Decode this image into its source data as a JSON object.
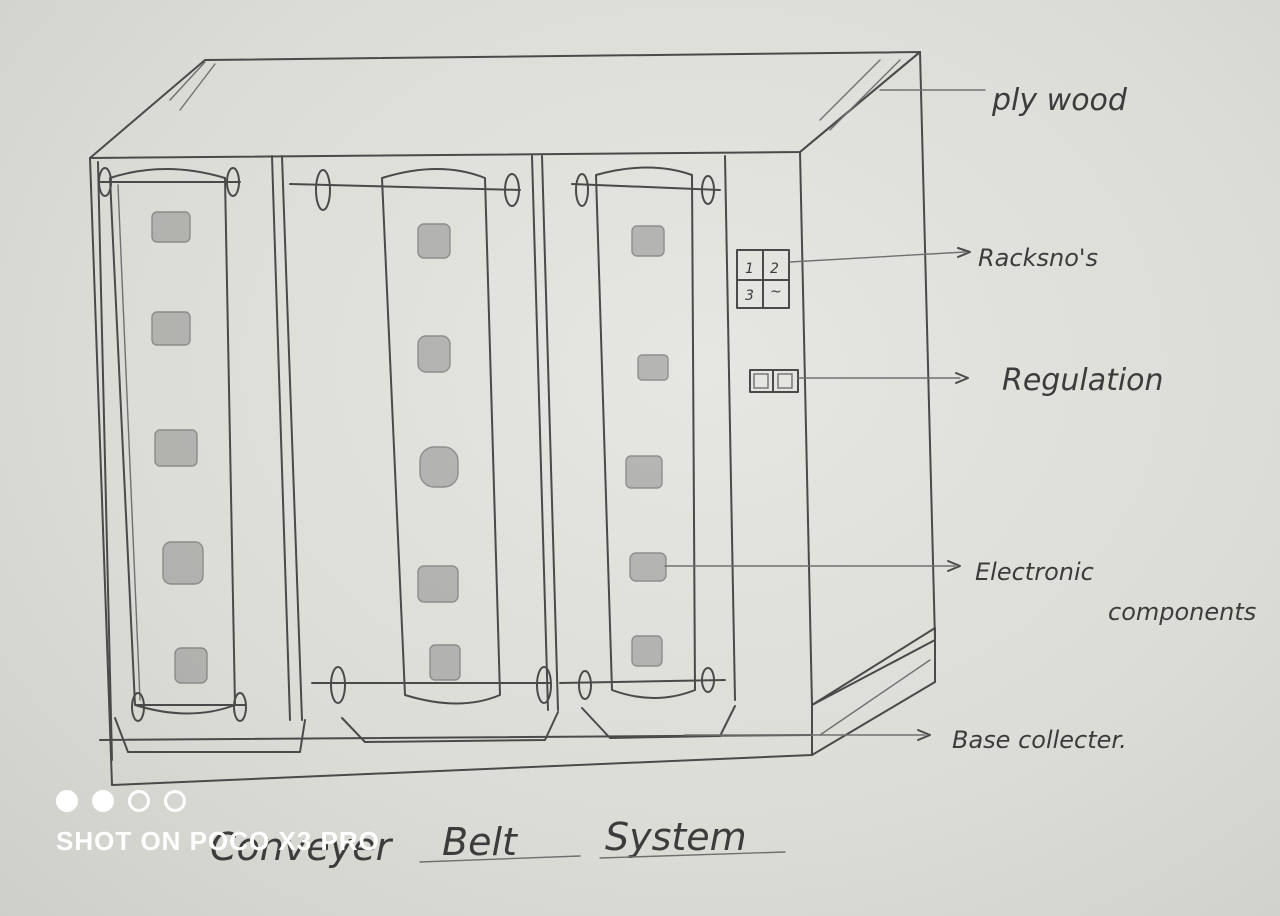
{
  "labels": {
    "plywood": "ply wood",
    "racks": "Racksno's",
    "regulation": "Regulation",
    "electronic_line1": "Electronic",
    "electronic_line2": "components",
    "base": "Base collecter."
  },
  "rack_numbers": [
    "1",
    "2",
    "3",
    "~"
  ],
  "title_words": {
    "conveyer": "Conveyer",
    "belt": "Belt",
    "system": "System"
  },
  "watermark": {
    "dots": [
      true,
      true,
      false,
      false
    ],
    "text": "SHOT ON POCO X3 PRO"
  }
}
